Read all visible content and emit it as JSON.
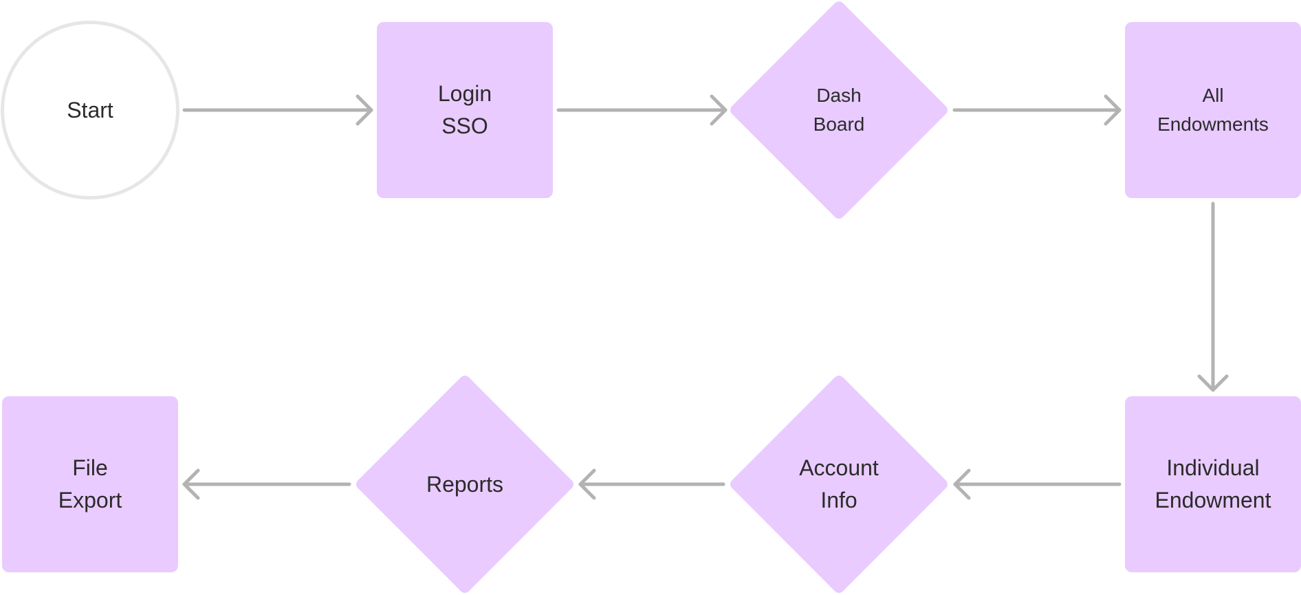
{
  "colors": {
    "node_fill": "#e9cbff",
    "start_fill": "#ffffff",
    "start_border": "#e6e6e6",
    "arrow": "#b3b3b3",
    "text": "#2b2b2b"
  },
  "nodes": [
    {
      "id": "start",
      "shape": "circle",
      "lines": [
        "Start"
      ]
    },
    {
      "id": "login-sso",
      "shape": "rect",
      "lines": [
        "Login",
        "SSO"
      ]
    },
    {
      "id": "dash-board",
      "shape": "diamond",
      "lines": [
        "Dash",
        "Board"
      ]
    },
    {
      "id": "all-endowments",
      "shape": "rect",
      "lines": [
        "All",
        "Endowments"
      ]
    },
    {
      "id": "individual-endowment",
      "shape": "rect",
      "lines": [
        "Individual",
        "Endowment"
      ]
    },
    {
      "id": "account-info",
      "shape": "diamond",
      "lines": [
        "Account",
        "Info"
      ]
    },
    {
      "id": "reports",
      "shape": "diamond",
      "lines": [
        "Reports"
      ]
    },
    {
      "id": "file-export",
      "shape": "rect",
      "lines": [
        "File",
        "Export"
      ]
    }
  ],
  "edges": [
    {
      "from": "start",
      "to": "login-sso"
    },
    {
      "from": "login-sso",
      "to": "dash-board"
    },
    {
      "from": "dash-board",
      "to": "all-endowments"
    },
    {
      "from": "all-endowments",
      "to": "individual-endowment"
    },
    {
      "from": "individual-endowment",
      "to": "account-info"
    },
    {
      "from": "account-info",
      "to": "reports"
    },
    {
      "from": "reports",
      "to": "file-export"
    }
  ]
}
